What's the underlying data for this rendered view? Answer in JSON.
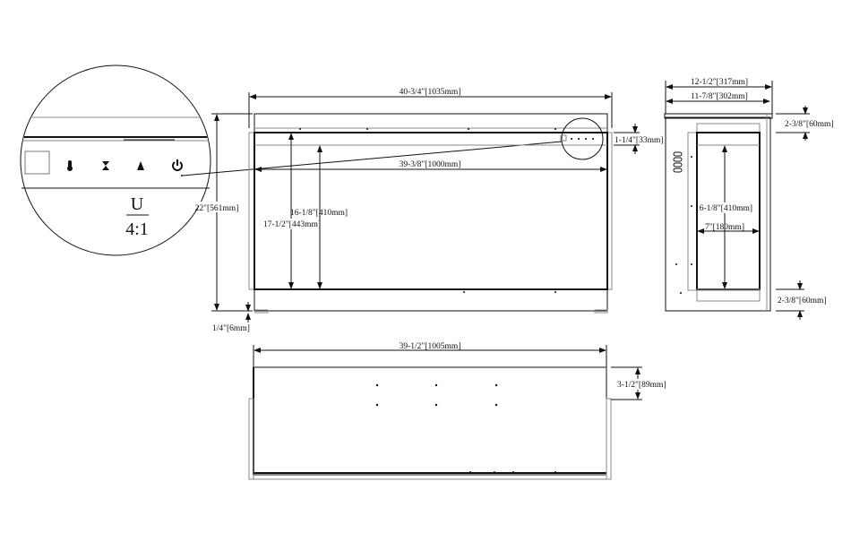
{
  "drawing": {
    "front_view": {
      "overall_width": "40-3/4\"[1035mm]",
      "overall_height": "22\"[561mm]",
      "opening_width": "39-3/8\"[1000mm]",
      "opening_height": "17-1/2\"[443mm]",
      "viewing_height": "16-1/8\"[410mm]",
      "top_trim": "1-1/4\"[33mm]",
      "foot_height": "1/4\"[6mm]"
    },
    "detail_view": {
      "label": "U",
      "scale": "4:1",
      "icons": [
        "thermometer-icon",
        "timer-icon",
        "flame-icon",
        "power-icon"
      ]
    },
    "side_view": {
      "overall_depth": "12-1/2\"[317mm]",
      "body_depth": "11-7/8\"[302mm]",
      "top_offset": "2-3/8\"[60mm]",
      "bottom_offset": "2-3/8\"[60mm]",
      "viewing_height": "16-1/8\"[410mm]",
      "firebox_depth": "7\"[180mm]"
    },
    "top_view": {
      "width": "39-1/2\"[1005mm]",
      "flange_depth": "3-1/2\"[89mm]"
    }
  }
}
